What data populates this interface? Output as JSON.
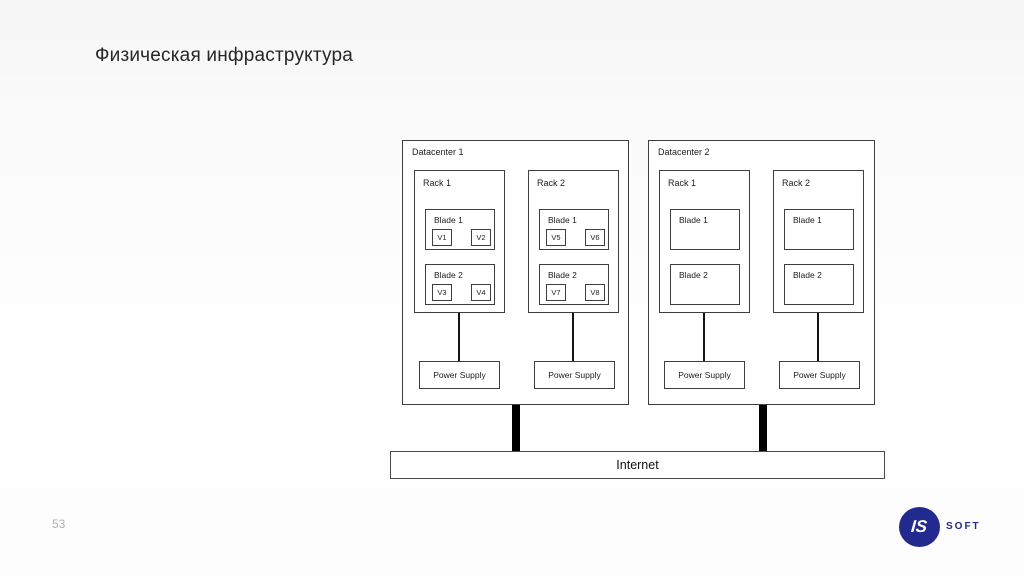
{
  "slide": {
    "title": "Физическая инфраструктура",
    "page_number": "53"
  },
  "logo": {
    "circle_text": "IS",
    "brand_text": "SOFT",
    "brand_color": "#232a8f"
  },
  "diagram": {
    "internet_label": "Internet",
    "datacenters": [
      {
        "label": "Datacenter 1",
        "racks": [
          {
            "label": "Rack 1",
            "power_label": "Power Supply",
            "blades": [
              {
                "label": "Blade 1",
                "vms": [
                  "V1",
                  "V2"
                ]
              },
              {
                "label": "Blade 2",
                "vms": [
                  "V3",
                  "V4"
                ]
              }
            ]
          },
          {
            "label": "Rack 2",
            "power_label": "Power Supply",
            "blades": [
              {
                "label": "Blade 1",
                "vms": [
                  "V5",
                  "V6"
                ]
              },
              {
                "label": "Blade 2",
                "vms": [
                  "V7",
                  "V8"
                ]
              }
            ]
          }
        ]
      },
      {
        "label": "Datacenter 2",
        "racks": [
          {
            "label": "Rack 1",
            "power_label": "Power Supply",
            "blades": [
              {
                "label": "Blade 1",
                "vms": []
              },
              {
                "label": "Blade 2",
                "vms": []
              }
            ]
          },
          {
            "label": "Rack 2",
            "power_label": "Power Supply",
            "blades": [
              {
                "label": "Blade 1",
                "vms": []
              },
              {
                "label": "Blade 2",
                "vms": []
              }
            ]
          }
        ]
      }
    ]
  }
}
